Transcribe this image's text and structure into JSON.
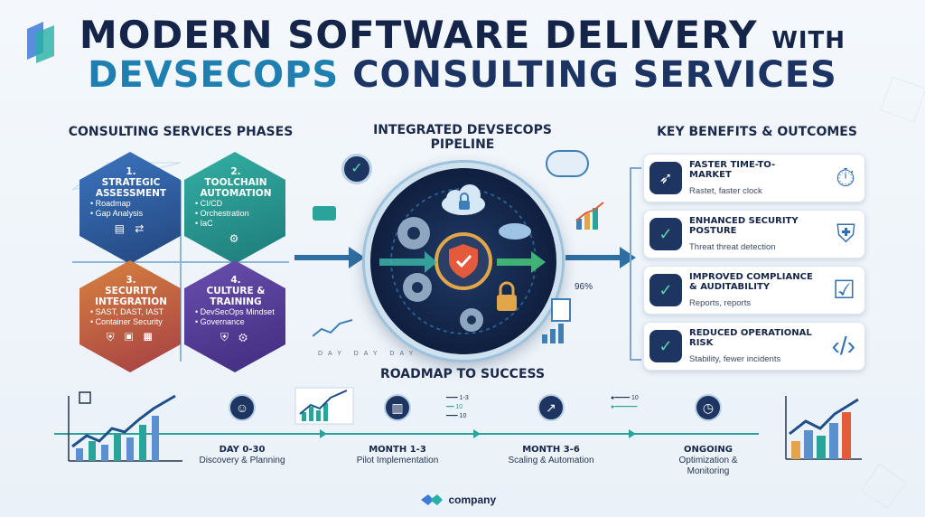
{
  "title": {
    "line1_main": "MODERN SOFTWARE DELIVERY",
    "line1_small": "WITH",
    "line2_accent": "DEVSECOPS",
    "line2_rest": "CONSULTING SERVICES"
  },
  "phases": {
    "heading": "CONSULTING SERVICES PHASES",
    "items": [
      {
        "number": "1.",
        "title": "STRATEGIC ASSESSMENT",
        "bullets": [
          "Roadmap",
          "Gap Analysis"
        ],
        "color": "#2f5fa3"
      },
      {
        "number": "2.",
        "title": "TOOLCHAIN AUTOMATION",
        "bullets": [
          "CI/CD",
          "Orchestration",
          "IaC"
        ],
        "color": "#2b9a8f"
      },
      {
        "number": "3.",
        "title": "SECURITY INTEGRATION",
        "bullets": [
          "SAST, DAST, IAST",
          "Container Security"
        ],
        "color": "#c05d3a"
      },
      {
        "number": "4.",
        "title": "CULTURE & TRAINING",
        "bullets": [
          "DevSecOps Mindset",
          "Governance"
        ],
        "color": "#5b3f97"
      }
    ]
  },
  "pipeline": {
    "heading_line1": "INTEGRATED DEVSECOPS",
    "heading_line2": "PIPELINE",
    "percent_label": "96%",
    "axis_labels": [
      "DAY",
      "DAY",
      "DAY"
    ]
  },
  "benefits": {
    "heading": "KEY BENEFITS & OUTCOMES",
    "items": [
      {
        "title": "FASTER TIME-TO-MARKET",
        "subtitle": "Rastet, faster clock",
        "icon": "rocket-icon"
      },
      {
        "title": "ENHANCED SECURITY POSTURE",
        "subtitle": "Threat threat detection",
        "icon": "shield-icon"
      },
      {
        "title": "IMPROVED COMPLIANCE & AUDITABILITY",
        "subtitle": "Reports, reports",
        "icon": "checklist-icon"
      },
      {
        "title": "REDUCED OPERATIONAL RISK",
        "subtitle": "Stability, fewer incidents",
        "icon": "code-shield-icon"
      }
    ]
  },
  "roadmap": {
    "heading": "ROADMAP TO SUCCESS",
    "milestones": [
      {
        "title": "DAY 0-30",
        "subtitle": "Discovery & Planning",
        "icon": "team-icon"
      },
      {
        "title": "MONTH 1-3",
        "subtitle": "Pilot Implementation",
        "icon": "chart-icon"
      },
      {
        "title": "MONTH 3-6",
        "subtitle": "Scaling & Automation",
        "icon": "growth-icon"
      },
      {
        "title": "ONGOING",
        "subtitle": "Optimization & Monitoring",
        "icon": "clock-icon"
      }
    ],
    "legend_numbers": [
      "1-3",
      "10",
      "10",
      "10"
    ]
  },
  "footer": {
    "brand": "company"
  },
  "colors": {
    "navy": "#15254a",
    "teal": "#2aa39a",
    "blue": "#1f7fb0"
  }
}
